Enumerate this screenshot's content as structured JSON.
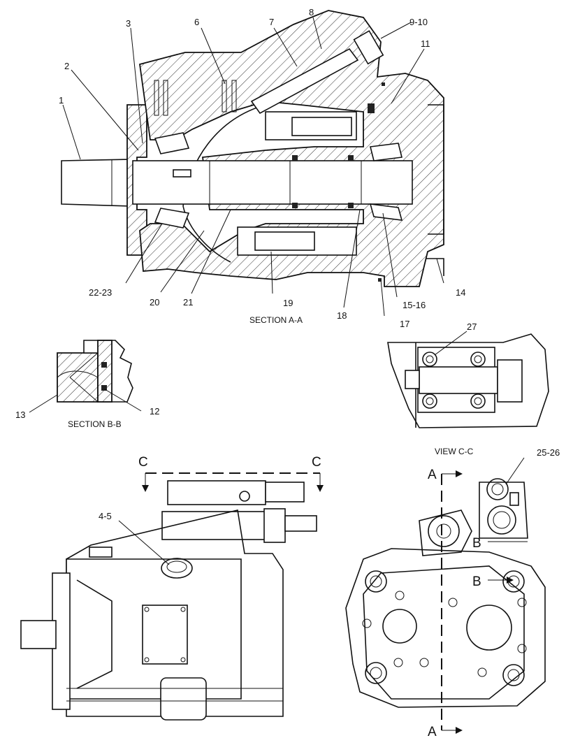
{
  "callouts": {
    "c1": "1",
    "c2": "2",
    "c3": "3",
    "c6": "6",
    "c7": "7",
    "c8": "8",
    "c9_10": "9-10",
    "c11": "11",
    "c12": "12",
    "c13": "13",
    "c14": "14",
    "c15_16": "15-16",
    "c17": "17",
    "c18": "18",
    "c19": "19",
    "c20": "20",
    "c21": "21",
    "c22_23": "22-23",
    "c27": "27",
    "c4_5": "4-5",
    "c25_26": "25-26"
  },
  "captions": {
    "section_aa": "SECTION A-A",
    "section_bb": "SECTION B-B",
    "view_cc": "VIEW C-C"
  },
  "section_marks": {
    "a_top": "A",
    "a_bottom": "A",
    "b_top": "B",
    "b_bottom": "B",
    "c_left": "C",
    "c_right": "C"
  }
}
